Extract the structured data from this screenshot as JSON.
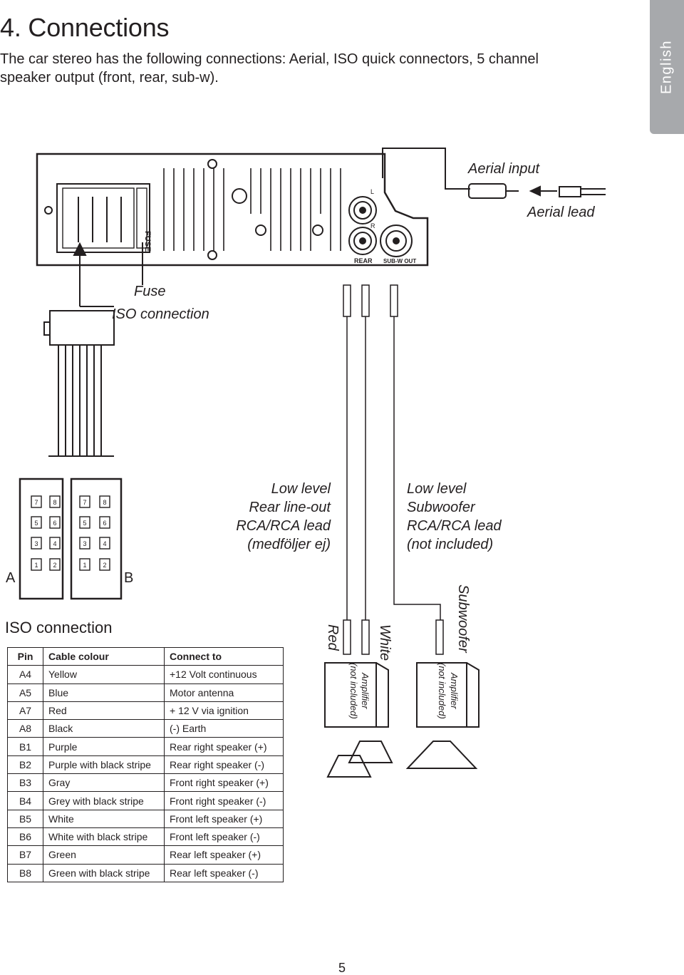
{
  "heading": "4. Connections",
  "intro": "The car stereo has the following connections: Aerial, ISO quick connectors, 5 channel speaker output (front, rear, sub-w).",
  "side_tab": "English",
  "diagram": {
    "aerial_input": "Aerial input",
    "aerial_lead": "Aerial lead",
    "fuse": "Fuse",
    "iso_connection": "ISO connection",
    "fuse_mark": "FUSE",
    "rear_mark": "REAR",
    "subw_mark": "SUB-W OUT",
    "l_mark": "L",
    "r_mark": "R",
    "rear_lineout": "Low level\nRear line-out\nRCA/RCA lead\n(medföljer ej)",
    "sub_lead": "Low level\nSubwoofer\nRCA/RCA lead\n(not included)",
    "red": "Red",
    "white": "White",
    "subwoofer": "Subwoofer",
    "amp_1": "Amplifier",
    "amp_2": "(not included)",
    "label_a": "A",
    "label_b": "B",
    "pins_row1": [
      "7",
      "8"
    ],
    "pins_row2": [
      "5",
      "6"
    ],
    "pins_row3": [
      "3",
      "4"
    ],
    "pins_row4": [
      "1",
      "2"
    ]
  },
  "iso_table": {
    "title": "ISO connection",
    "headers": [
      "Pin",
      "Cable colour",
      "Connect to"
    ],
    "rows": [
      [
        "A4",
        "Yellow",
        "+12 Volt continuous"
      ],
      [
        "A5",
        "Blue",
        "Motor antenna"
      ],
      [
        "A7",
        "Red",
        "+ 12 V via ignition"
      ],
      [
        "A8",
        "Black",
        "(-) Earth"
      ],
      [
        "B1",
        "Purple",
        "Rear right speaker  (+)"
      ],
      [
        "B2",
        "Purple with black stripe",
        "Rear right speaker  (-)"
      ],
      [
        "B3",
        "Gray",
        "Front right speaker (+)"
      ],
      [
        "B4",
        "Grey with black stripe",
        "Front right speaker (-)"
      ],
      [
        "B5",
        "White",
        "Front left speaker (+)"
      ],
      [
        "B6",
        "White with black stripe",
        "Front left speaker (-)"
      ],
      [
        "B7",
        "Green",
        "Rear left speaker  (+)"
      ],
      [
        "B8",
        "Green with black stripe",
        "Rear left speaker  (-)"
      ]
    ]
  },
  "page_number": "5"
}
